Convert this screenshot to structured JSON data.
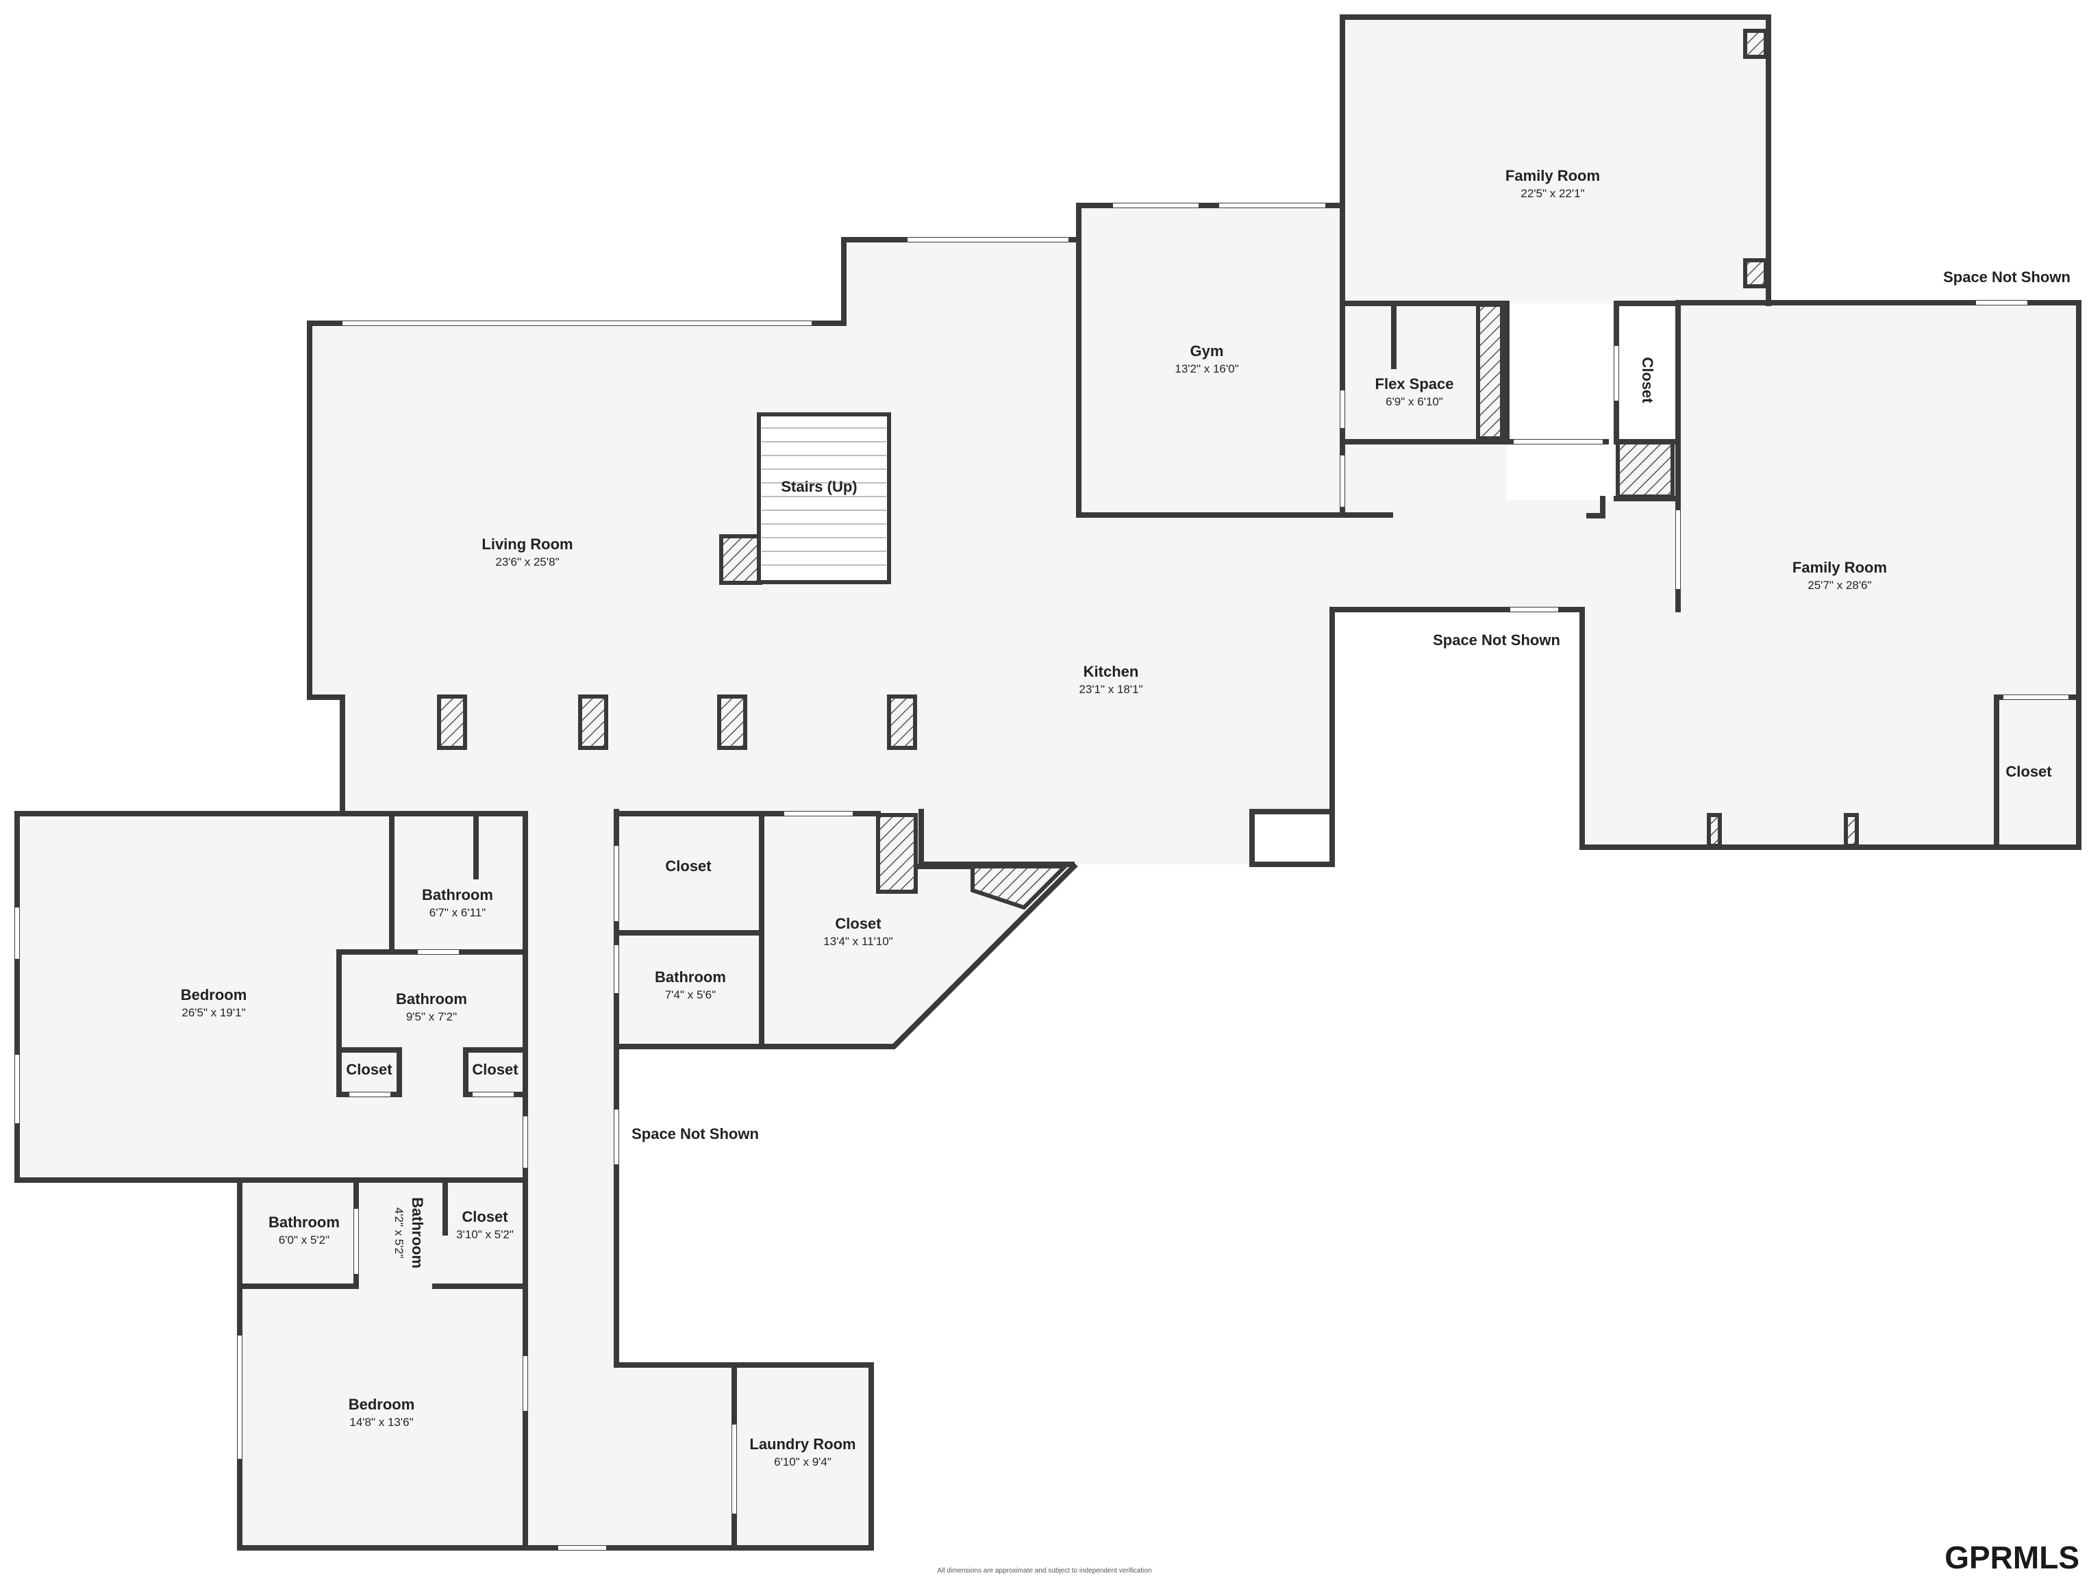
{
  "colors": {
    "wall": "#3a3a3a",
    "floor": "#f5f5f5",
    "text": "#222222",
    "window": "#cfcfcf"
  },
  "rooms": [
    {
      "id": "living-room",
      "name": "Living Room",
      "dims": "23'6\" x 25'8\""
    },
    {
      "id": "stairs",
      "name": "Stairs (Up)",
      "dims": ""
    },
    {
      "id": "kitchen",
      "name": "Kitchen",
      "dims": "23'1\" x 18'1\""
    },
    {
      "id": "gym",
      "name": "Gym",
      "dims": "13'2\" x 16'0\""
    },
    {
      "id": "family-room-top",
      "name": "Family Room",
      "dims": "22'5\" x 22'1\""
    },
    {
      "id": "flex-space",
      "name": "Flex Space",
      "dims": "6'9\" x 6'10\""
    },
    {
      "id": "closet-vertical",
      "name": "Closet",
      "dims": ""
    },
    {
      "id": "family-room-right",
      "name": "Family Room",
      "dims": "25'7\" x 28'6\""
    },
    {
      "id": "closet-right",
      "name": "Closet",
      "dims": ""
    },
    {
      "id": "bedroom-left",
      "name": "Bedroom",
      "dims": "26'5\" x 19'1\""
    },
    {
      "id": "bathroom-a",
      "name": "Bathroom",
      "dims": "6'7\" x 6'11\""
    },
    {
      "id": "bathroom-b",
      "name": "Bathroom",
      "dims": "9'5\" x 7'2\""
    },
    {
      "id": "closet-a",
      "name": "Closet",
      "dims": ""
    },
    {
      "id": "closet-b",
      "name": "Closet",
      "dims": ""
    },
    {
      "id": "closet-c",
      "name": "Closet",
      "dims": ""
    },
    {
      "id": "bathroom-c",
      "name": "Bathroom",
      "dims": "7'4\" x 5'6\""
    },
    {
      "id": "closet-big",
      "name": "Closet",
      "dims": "13'4\" x 11'10\""
    },
    {
      "id": "bathroom-d",
      "name": "Bathroom",
      "dims": "6'0\" x 5'2\""
    },
    {
      "id": "bathroom-e",
      "name": "Bathroom",
      "dims": "4'2\" x 5'2\""
    },
    {
      "id": "closet-d",
      "name": "Closet",
      "dims": "3'10\" x 5'2\""
    },
    {
      "id": "bedroom-bottom",
      "name": "Bedroom",
      "dims": "14'8\" x 13'6\""
    },
    {
      "id": "laundry-room",
      "name": "Laundry Room",
      "dims": "6'10\" x 9'4\""
    }
  ],
  "notes": {
    "space_not_shown_1": "Space Not Shown",
    "space_not_shown_2": "Space Not Shown",
    "space_not_shown_3": "Space Not Shown"
  },
  "footer": "All dimensions are approximate and subject to independent verification",
  "brand": "GPRMLS"
}
